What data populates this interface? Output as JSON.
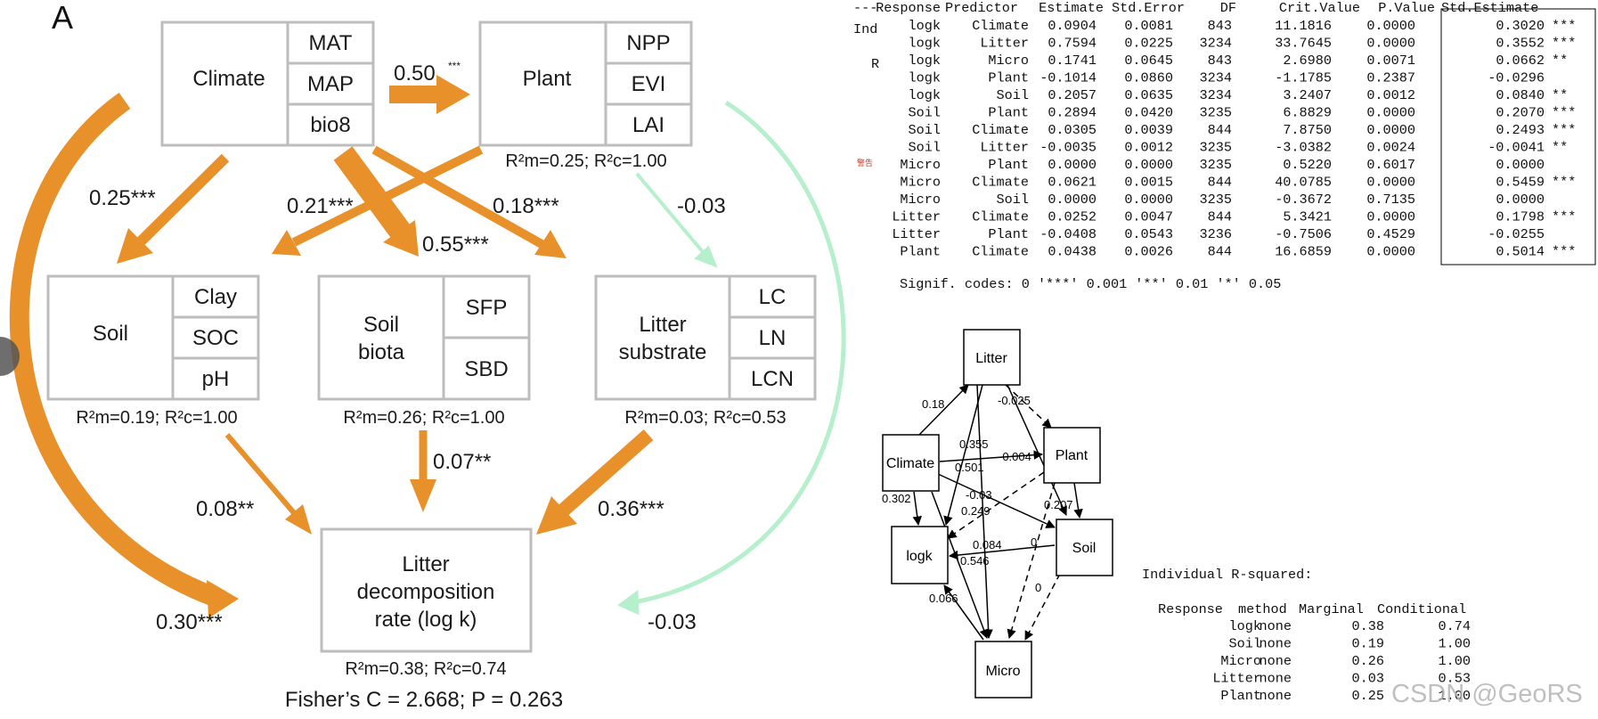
{
  "panel_letter": "A",
  "sem": {
    "nodes": {
      "climate": {
        "label": "Climate",
        "vars": [
          "MAT",
          "MAP",
          "bio8"
        ]
      },
      "plant": {
        "label": "Plant",
        "vars": [
          "NPP",
          "EVI",
          "LAI"
        ],
        "r2": "R²m=0.25; R²c=1.00"
      },
      "soil": {
        "label": "Soil",
        "vars": [
          "Clay",
          "SOC",
          "pH"
        ],
        "r2": "R²m=0.19; R²c=1.00"
      },
      "biota": {
        "label_lines": [
          "Soil",
          "biota"
        ],
        "vars": [
          "SFP",
          "SBD"
        ],
        "r2": "R²m=0.26; R²c=1.00"
      },
      "litter": {
        "label_lines": [
          "Litter",
          "substrate"
        ],
        "vars": [
          "LC",
          "LN",
          "LCN"
        ],
        "r2": "R²m=0.03; R²c=0.53"
      },
      "decomp": {
        "label_lines": [
          "Litter",
          "decomposition",
          "rate (log k)"
        ],
        "r2": "R²m=0.38; R²c=0.74"
      }
    },
    "paths": {
      "climate_plant": "0.50",
      "climate_plant_sig": "***",
      "climate_soil": "0.25***",
      "plant_soil": "0.21***",
      "climate_biota": "0.55***",
      "climate_litter": "0.18***",
      "plant_litter": "-0.03",
      "soil_decomp": "0.08**",
      "biota_decomp": "0.07**",
      "litter_decomp": "0.36***",
      "climate_decomp": "0.30***",
      "plant_decomp": "-0.03"
    },
    "fisher": "Fisher’s C = 2.668; P = 0.263",
    "colors": {
      "positive": "#E8912B",
      "negative": "#B6EFCB",
      "box": "#BDBDBD"
    }
  },
  "coef_table": {
    "side_labels": [
      "---",
      "Ind",
      "R"
    ],
    "red_note": "警告",
    "headers": [
      "Response",
      "Predictor",
      "Estimate",
      "Std.Error",
      "DF",
      "Crit.Value",
      "P.Value",
      "Std.Estimate"
    ],
    "rows": [
      [
        "logk",
        "Climate",
        "0.0904",
        "0.0081",
        "843",
        "11.1816",
        "0.0000",
        "0.3020",
        "***"
      ],
      [
        "logk",
        "Litter",
        "0.7594",
        "0.0225",
        "3234",
        "33.7645",
        "0.0000",
        "0.3552",
        "***"
      ],
      [
        "logk",
        "Micro",
        "0.1741",
        "0.0645",
        "843",
        "2.6980",
        "0.0071",
        "0.0662",
        "**"
      ],
      [
        "logk",
        "Plant",
        "-0.1014",
        "0.0860",
        "3234",
        "-1.1785",
        "0.2387",
        "-0.0296",
        ""
      ],
      [
        "logk",
        "Soil",
        "0.2057",
        "0.0635",
        "3234",
        "3.2407",
        "0.0012",
        "0.0840",
        "**"
      ],
      [
        "Soil",
        "Plant",
        "0.2894",
        "0.0420",
        "3235",
        "6.8829",
        "0.0000",
        "0.2070",
        "***"
      ],
      [
        "Soil",
        "Climate",
        "0.0305",
        "0.0039",
        "844",
        "7.8750",
        "0.0000",
        "0.2493",
        "***"
      ],
      [
        "Soil",
        "Litter",
        "-0.0035",
        "0.0012",
        "3235",
        "-3.0382",
        "0.0024",
        "-0.0041",
        "**"
      ],
      [
        "Micro",
        "Plant",
        "0.0000",
        "0.0000",
        "3235",
        "0.5220",
        "0.6017",
        "0.0000",
        ""
      ],
      [
        "Micro",
        "Climate",
        "0.0621",
        "0.0015",
        "844",
        "40.0785",
        "0.0000",
        "0.5459",
        "***"
      ],
      [
        "Micro",
        "Soil",
        "0.0000",
        "0.0000",
        "3235",
        "-0.3672",
        "0.7135",
        "0.0000",
        ""
      ],
      [
        "Litter",
        "Climate",
        "0.0252",
        "0.0047",
        "844",
        "5.3421",
        "0.0000",
        "0.1798",
        "***"
      ],
      [
        "Litter",
        "Plant",
        "-0.0408",
        "0.0543",
        "3236",
        "-0.7506",
        "0.4529",
        "-0.0255",
        ""
      ],
      [
        "Plant",
        "Climate",
        "0.0438",
        "0.0026",
        "844",
        "16.6859",
        "0.0000",
        "0.5014",
        "***"
      ]
    ],
    "signif": "Signif. codes:  0 '***' 0.001 '**' 0.01 '*' 0.05"
  },
  "path_diagram": {
    "nodes": [
      "Litter",
      "Climate",
      "Plant",
      "logk",
      "Soil",
      "Micro"
    ],
    "edge_labels": {
      "climate_litter": "0.18",
      "litter_plant": "-0.025",
      "climate_logk_a": "0.355",
      "climate_plant": "-0.004",
      "climate_logk_b": "0.501",
      "climate_soil": "-0.03",
      "climate_logk": "0.302",
      "soil_x": "0.249",
      "plant_soil": "0.207",
      "soil_logk": "0.084",
      "soil_micro": "0",
      "micro_logk": "0.546",
      "plant_micro": "0",
      "micro_logk_b": "0.066"
    }
  },
  "r2_table": {
    "title": "Individual R-squared:",
    "headers": [
      "Response",
      "method",
      "Marginal",
      "Conditional"
    ],
    "rows": [
      [
        "logk",
        "none",
        "0.38",
        "0.74"
      ],
      [
        "Soil",
        "none",
        "0.19",
        "1.00"
      ],
      [
        "Micro",
        "none",
        "0.26",
        "1.00"
      ],
      [
        "Litter",
        "none",
        "0.03",
        "0.53"
      ],
      [
        "Plant",
        "none",
        "0.25",
        "1.00"
      ]
    ]
  },
  "watermark": "CSDN @GeoRS"
}
